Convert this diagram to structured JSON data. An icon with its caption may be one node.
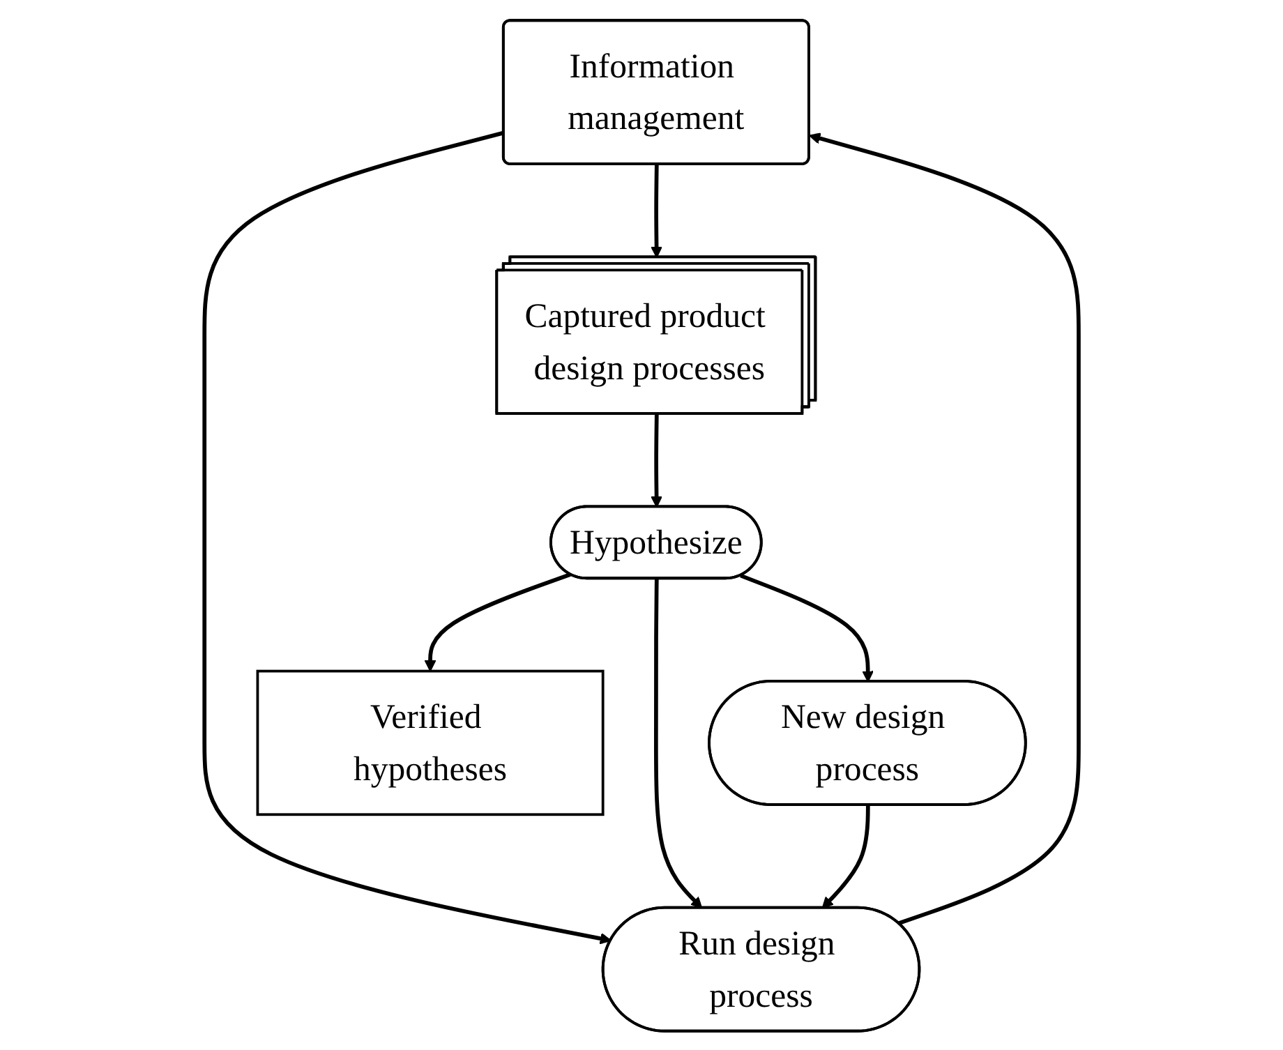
{
  "diagram": {
    "nodes": [
      {
        "text": [
          "Information management"
        ]
      },
      {
        "text": [
          "Captured product design processes"
        ]
      },
      {
        "text": [
          "Run design process"
        ]
      },
      {
        "text": [
          "New design process"
        ]
      },
      {
        "text": [
          "Hypothesize"
        ]
      },
      {
        "text": [
          "Verified hypotheses"
        ]
      }
    ],
    "edges": [
      {
        "from": 0,
        "to": 1,
        "arrow": "to"
      },
      {
        "from": 0,
        "to": 2,
        "arrow": "to"
      },
      {
        "from": 2,
        "to": 0,
        "arrow": "to"
      },
      {
        "from": 1,
        "to": 4,
        "arrow": "to"
      },
      {
        "from": 4,
        "to": 2,
        "arrow": "to"
      },
      {
        "from": 4,
        "to": 3,
        "arrow": "to"
      },
      {
        "from": 3,
        "to": 2,
        "arrow": "to"
      },
      {
        "from": 4,
        "to": 5,
        "arrow": "to"
      }
    ]
  }
}
